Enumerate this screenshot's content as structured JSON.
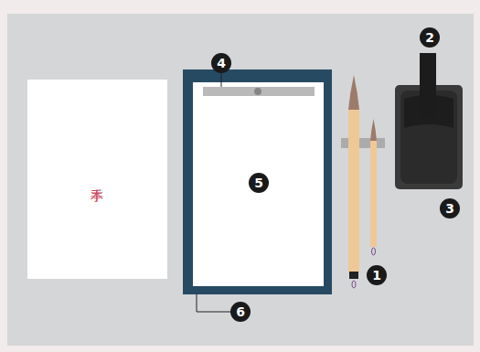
{
  "diagram": {
    "nodes": [
      {
        "text": [
          "手本"
        ]
      }
    ],
    "labels": [
      "1",
      "2",
      "3",
      "4",
      "5",
      "6"
    ]
  }
}
